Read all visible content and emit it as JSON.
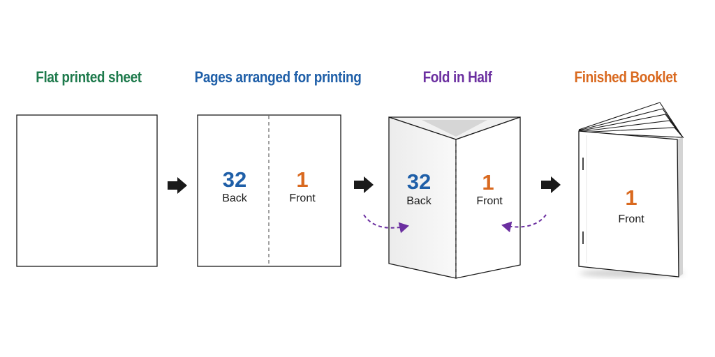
{
  "steps": [
    {
      "title": "Flat printed sheet"
    },
    {
      "title": "Pages arranged for printing",
      "left_page": {
        "number": "32",
        "label": "Back"
      },
      "right_page": {
        "number": "1",
        "label": "Front"
      }
    },
    {
      "title": "Fold in Half",
      "left_page": {
        "number": "32",
        "label": "Back"
      },
      "right_page": {
        "number": "1",
        "label": "Front"
      }
    },
    {
      "title": "Finished Booklet",
      "cover": {
        "number": "1",
        "label": "Front"
      }
    }
  ],
  "colors": {
    "green": "#1e7a4c",
    "blue": "#1f5fa8",
    "purple": "#6b2fa0",
    "orange": "#d9691f",
    "arrow": "#1a1a1a"
  },
  "icons": [
    "right-arrow-icon",
    "fold-arrow-icon",
    "staple-icon"
  ]
}
